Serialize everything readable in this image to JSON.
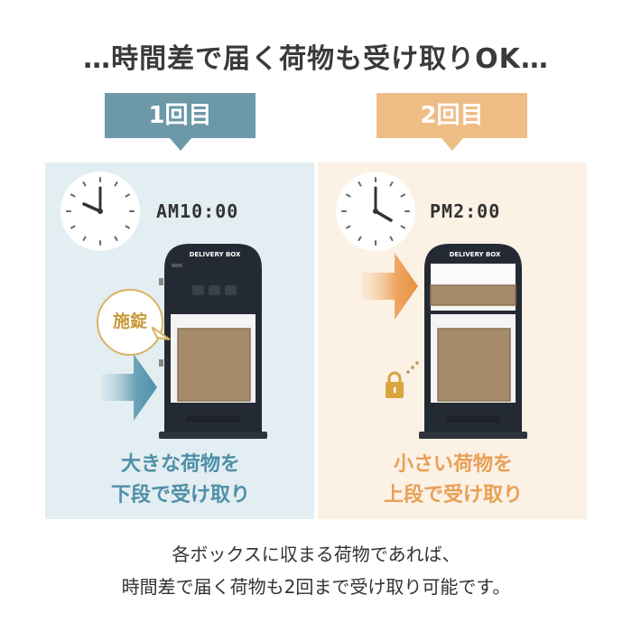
{
  "header": {
    "title": "…時間差で届く荷物も受け取りOK…"
  },
  "steps": [
    {
      "label": "1回目",
      "time": "AM10:00",
      "badge": "施錠",
      "box_label": "DELIVERY BOX",
      "caption_line1": "大きな荷物を",
      "caption_line2": "下段で受け取り",
      "color": "#6c98a8"
    },
    {
      "label": "2回目",
      "time": "PM2:00",
      "box_label": "DELIVERY BOX",
      "caption_line1": "小さい荷物を",
      "caption_line2": "上段で受け取り",
      "color": "#eebd86"
    }
  ],
  "footer": {
    "line1": "各ボックスに収まる荷物であれば、",
    "line2": "時間差で届く荷物も2回まで受け取り可能です。"
  },
  "icons": {
    "clock": "clock-icon",
    "arrow": "arrow-right-icon",
    "lock": "padlock-icon"
  }
}
